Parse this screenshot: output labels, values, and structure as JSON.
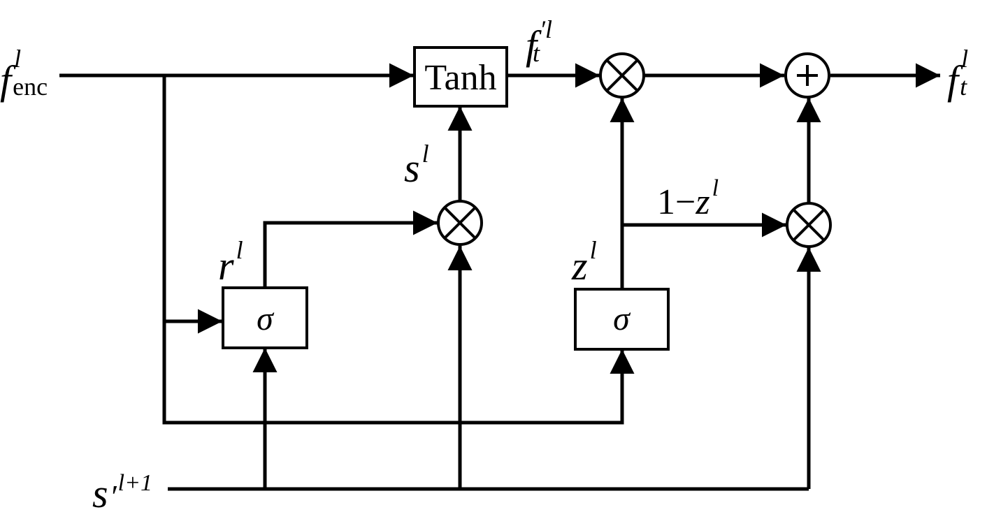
{
  "blocks": {
    "tanh": "Tanh",
    "sigma_r": "σ",
    "sigma_z": "σ"
  },
  "labels": {
    "f_enc": {
      "base": "f",
      "sup": "l",
      "sub": "enc"
    },
    "f_t_prime": {
      "base": "f",
      "sup": "′l",
      "sub": "t"
    },
    "f_t_out": {
      "base": "f",
      "sup": "l",
      "sub": "t"
    },
    "s_l": {
      "base": "s",
      "sup": "l"
    },
    "r_l": {
      "base": "r",
      "sup": "l"
    },
    "z_l": {
      "base": "z",
      "sup": "l"
    },
    "one_minus_z": {
      "prefix": "1−",
      "base": "z",
      "sup": "l"
    },
    "s_prev": {
      "base": "s",
      "prime": "′",
      "sup": "l+1"
    }
  },
  "operators": {
    "multiply": "multiply-operator",
    "add": "add-operator"
  }
}
